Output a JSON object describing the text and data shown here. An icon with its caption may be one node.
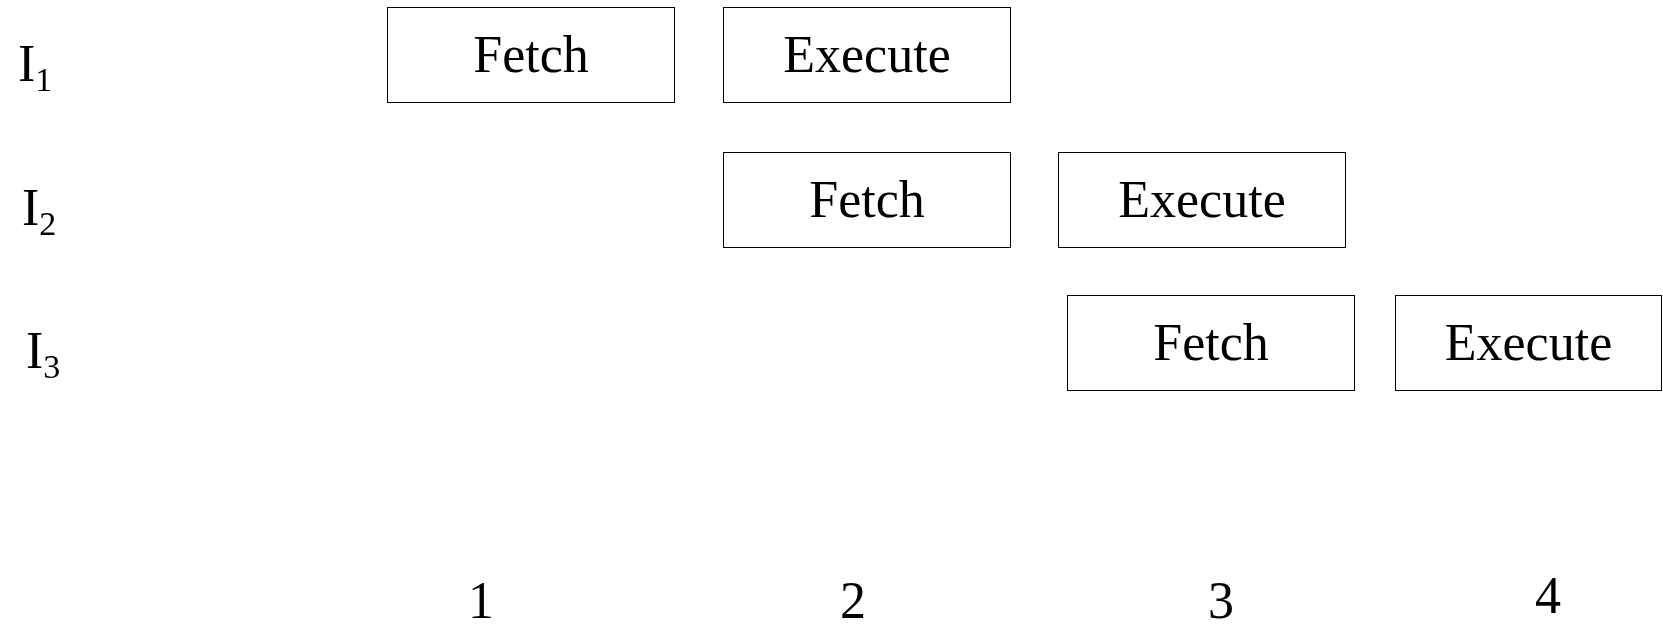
{
  "diagram": {
    "nodes": [
      {
        "text": [
          "Fetch"
        ]
      },
      {
        "text": [
          "Execute"
        ]
      },
      {
        "text": [
          "Fetch"
        ]
      },
      {
        "text": [
          "Execute"
        ]
      },
      {
        "text": [
          "Fetch"
        ]
      },
      {
        "text": [
          "Execute"
        ]
      }
    ],
    "labels": [
      "I$_{1}$",
      "I$_{2}$",
      "I$_{3}$",
      "1",
      "2",
      "3",
      "4"
    ]
  }
}
